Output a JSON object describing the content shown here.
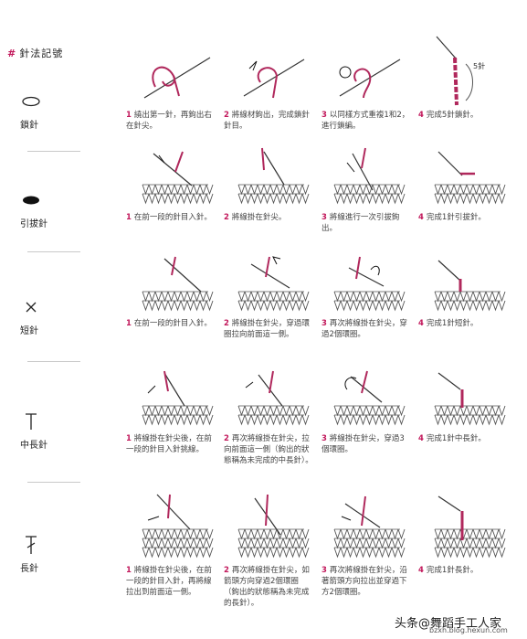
{
  "header": {
    "mark": "#",
    "title": "針法記號"
  },
  "symbols": [
    {
      "label": "鎖針",
      "icon": "chain-oval-icon"
    },
    {
      "label": "引拔針",
      "icon": "slip-stitch-filled-oval-icon"
    },
    {
      "label": "短針",
      "icon": "single-crochet-x-icon"
    },
    {
      "label": "中長針",
      "icon": "half-double-crochet-t-icon"
    },
    {
      "label": "長針",
      "icon": "double-crochet-slashed-t-icon"
    }
  ],
  "rows": [
    {
      "steps": [
        {
          "num": "1",
          "text": "繞出第一針，再鉤出右在針尖。"
        },
        {
          "num": "2",
          "text": "將線材鉤出，完成鎖針針目。"
        },
        {
          "num": "3",
          "text": "以同樣方式重複1和2，進行鎖編。"
        },
        {
          "num": "4",
          "text": "完成5針鎖針。",
          "note": "5針"
        }
      ]
    },
    {
      "steps": [
        {
          "num": "1",
          "text": "在前一段的針目入針。"
        },
        {
          "num": "2",
          "text": "將線掛在針尖。"
        },
        {
          "num": "3",
          "text": "將線進行一次引拔鉤出。"
        },
        {
          "num": "4",
          "text": "完成1針引拔針。"
        }
      ]
    },
    {
      "steps": [
        {
          "num": "1",
          "text": "在前一段的針目入針。"
        },
        {
          "num": "2",
          "text": "將線掛在針尖，穿過環圈拉向前面這一側。"
        },
        {
          "num": "3",
          "text": "再次將線掛在針尖，穿過2個環圈。"
        },
        {
          "num": "4",
          "text": "完成1針短針。"
        }
      ]
    },
    {
      "steps": [
        {
          "num": "1",
          "text": "將線掛在針尖後，在前一段的針目入針挑線。"
        },
        {
          "num": "2",
          "text": "再次將線掛在針尖，拉向前面這一側（鉤出的狀態稱為未完成的中長針）。"
        },
        {
          "num": "3",
          "text": "將線掛在針尖，穿過3個環圈。"
        },
        {
          "num": "4",
          "text": "完成1針中長針。"
        }
      ]
    },
    {
      "steps": [
        {
          "num": "1",
          "text": "將線掛在針尖後，在前一段的針目入針，再將線拉出到前面這一側。"
        },
        {
          "num": "2",
          "text": "再次將線掛在針尖，如箭頭方向穿過2個環圈（鉤出的狀態稱為未完成的長針）。"
        },
        {
          "num": "3",
          "text": "再次將線掛在針尖，沿著箭頭方向拉出並穿過下方2個環圈。"
        },
        {
          "num": "4",
          "text": "完成1針長針。"
        }
      ]
    }
  ],
  "watermark": {
    "text": "头条@舞蹈手工人家",
    "url": "bzxh.blog.hexun.com"
  },
  "colors": {
    "yarn": "#b0285c",
    "needle": "#333333",
    "accent": "#c2185b",
    "fabric": "#555555"
  }
}
